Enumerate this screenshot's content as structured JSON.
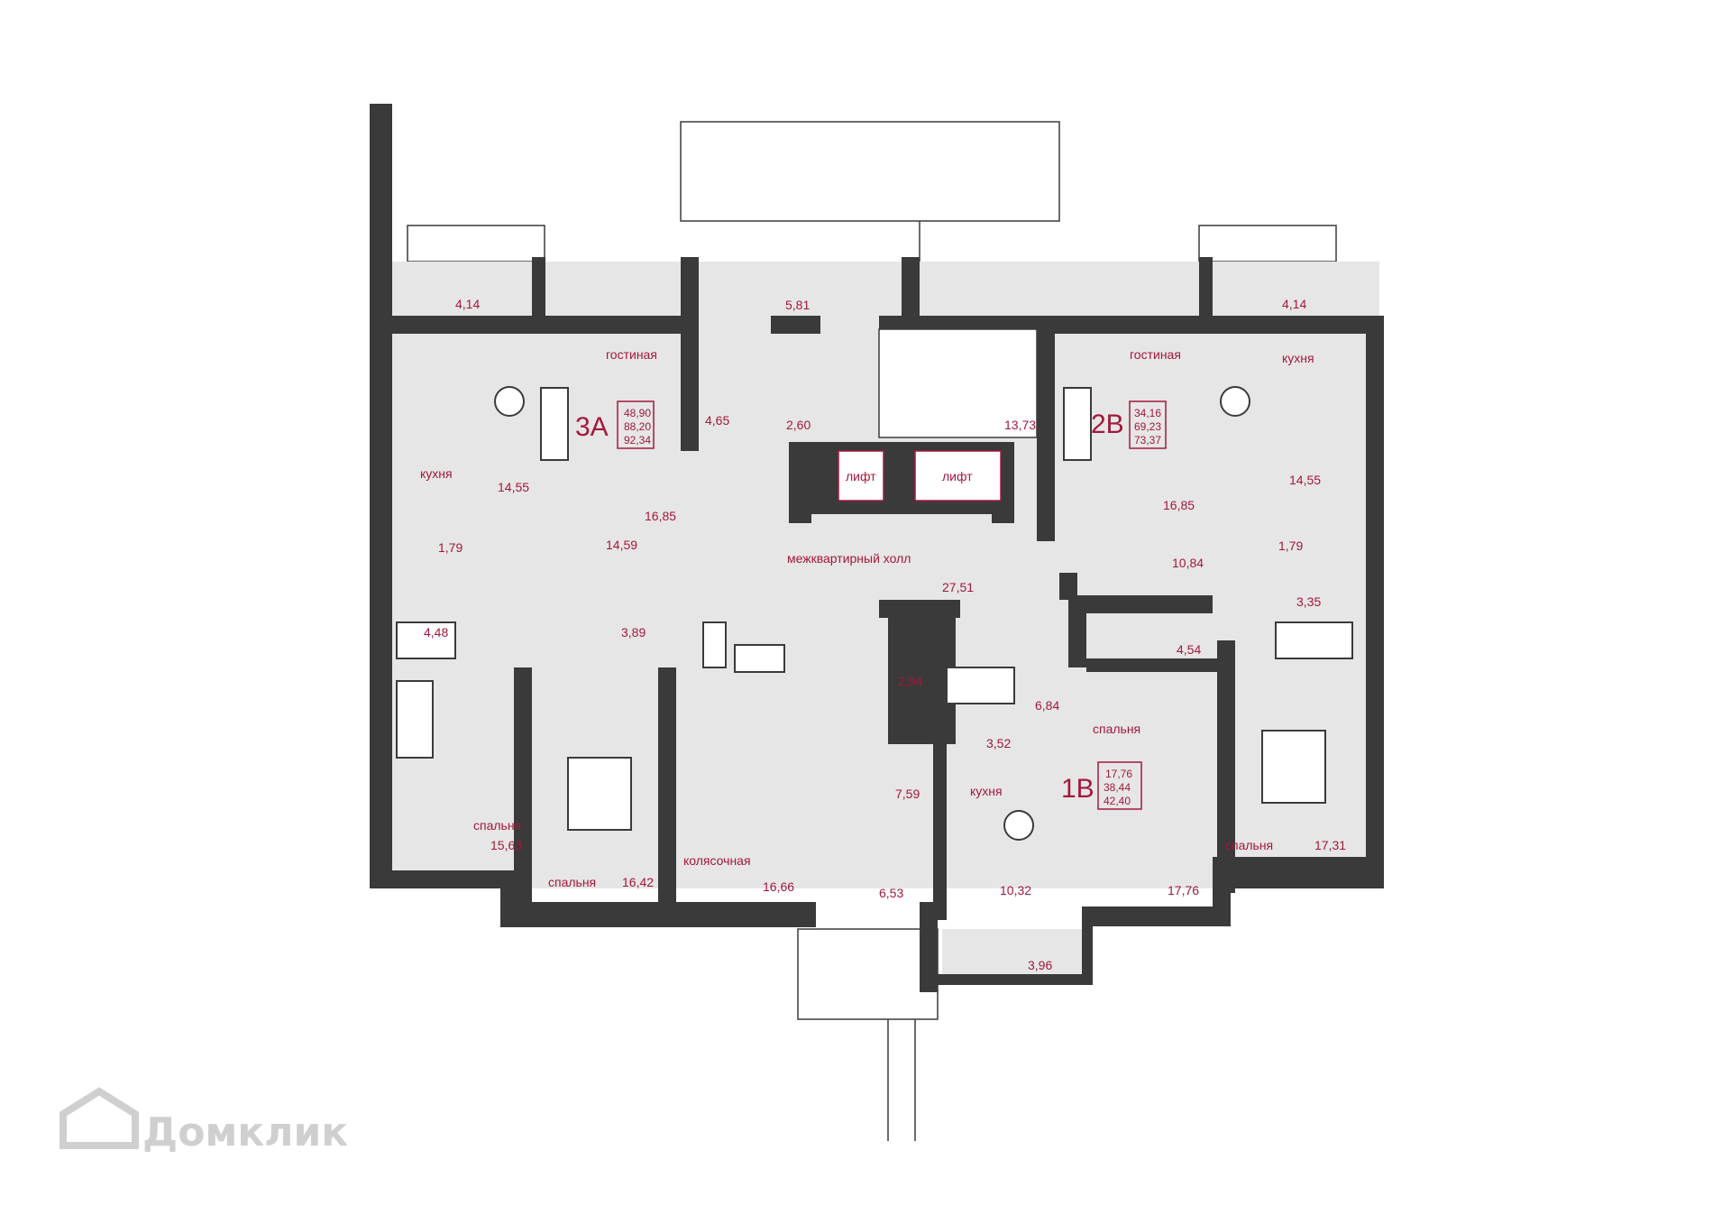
{
  "colors": {
    "accent": "#a3183c",
    "wall": "#3a3a3a",
    "floor": "#e6e6e6"
  },
  "apartments": [
    {
      "id": "3A",
      "values": [
        "48,90",
        "88,20",
        "92,34"
      ]
    },
    {
      "id": "2B",
      "label": "2В",
      "values": [
        "34,16",
        "69,23",
        "73,37"
      ]
    },
    {
      "id": "1B",
      "label": "1В",
      "values": [
        "17,76",
        "38,44",
        "42,40"
      ]
    }
  ],
  "elevators": [
    "лифт",
    "лифт"
  ],
  "rooms": {
    "a3_balcony": "4,14",
    "a3_living": "гостиная",
    "a3_kitchen": "кухня",
    "a3_kitchen_area": "14,55",
    "a3_living_area": "16,85",
    "a3_hall_area": "14,59",
    "a3_wc_area": "1,79",
    "a3_bath_area": "4,48",
    "a3_closet_area": "3,89",
    "a3_bed1": "спальня",
    "a3_bed1_area": "15,63",
    "a3_bed2": "спальня",
    "a3_bed2_area": "16,42",
    "tamb_area": "5,81",
    "tamb2_area": "4,65",
    "tech_area": "2,60",
    "stairs_area": "13,73",
    "hall_label": "межквартирный холл",
    "hall_area": "27,51",
    "stroller_label": "колясочная",
    "stroller_area": "16,66",
    "wc_common_area": "2,94",
    "vest_area": "7,59",
    "vest2_area": "6,53",
    "b2_balcony": "4,14",
    "b2_living": "гостиная",
    "b2_kitchen": "кухня",
    "b2_living_area": "16,85",
    "b2_kitchen_area": "14,55",
    "b2_hall_area": "10,84",
    "b2_wc_area": "1,79",
    "b2_bath_area": "3,35",
    "b2_closet_area": "4,54",
    "b2_bed": "спальня",
    "b2_bed_area": "17,31",
    "b1_bed": "спальня",
    "b1_kitchen": "кухня",
    "b1_kitchen_area": "10,32",
    "b1_bed_area": "17,76",
    "b1_bath_area": "3,52",
    "b1_hall_area": "6,84",
    "b1_balcony": "3,96"
  },
  "watermark": "Домклик"
}
